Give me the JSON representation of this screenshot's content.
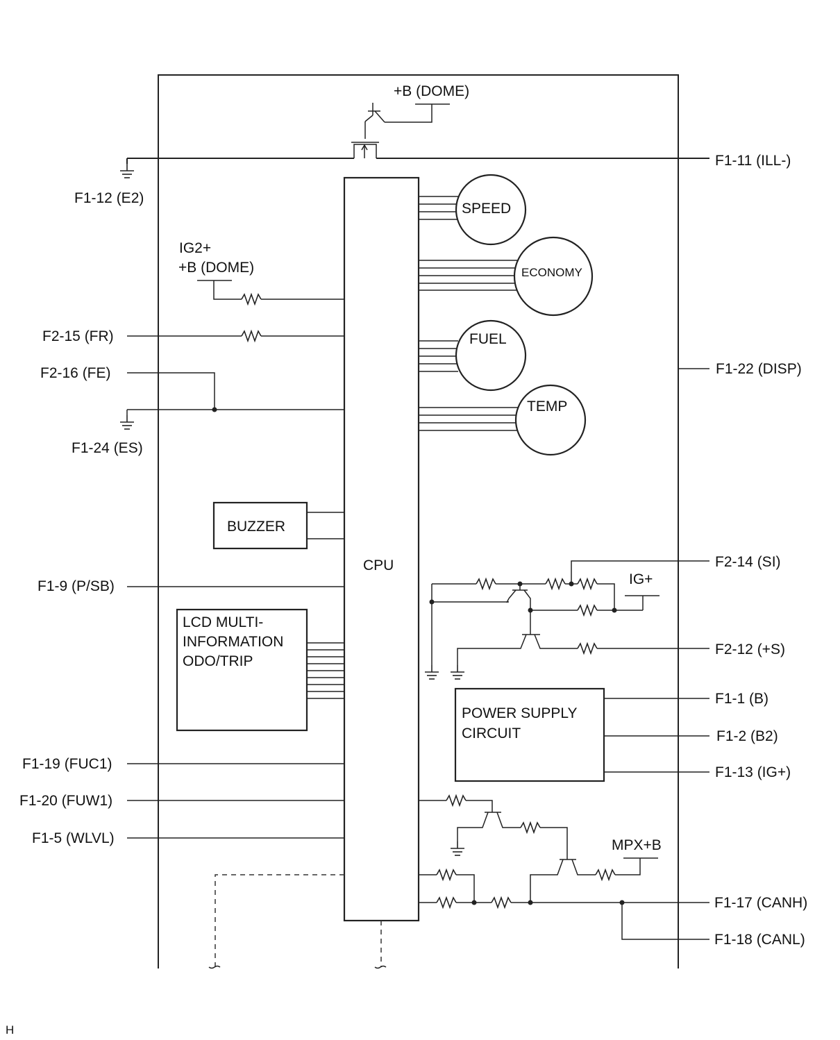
{
  "pins": {
    "f1_11": "F1-11 (ILL-)",
    "f1_12": "F1-12 (E2)",
    "f2_15": "F2-15 (FR)",
    "f2_16": "F2-16  (FE)",
    "f1_24": "F1-24 (ES)",
    "f1_22": "F1-22 (DISP)",
    "f1_9": "F1-9 (P/SB)",
    "f2_14": "F2-14 (SI)",
    "f2_12": "F2-12 (+S)",
    "f1_1": "F1-1 (B)",
    "f1_2": "F1-2 (B2)",
    "f1_13": "F1-13 (IG+)",
    "f1_19": "F1-19 (FUC1)",
    "f1_20": "F1-20 (FUW1)",
    "f1_5": "F1-5 (WLVL)",
    "f1_17": "F1-17 (CANH)",
    "f1_18": "F1-18 (CANL)"
  },
  "supplies": {
    "b_dome_top": "+B (DOME)",
    "ig2": "IG2+",
    "b_dome_left": "+B (DOME)",
    "ig_plus": "IG+",
    "mpx": "MPX+B"
  },
  "blocks": {
    "cpu": "CPU",
    "buzzer": "BUZZER",
    "lcd_lines": [
      "LCD MULTI-",
      "INFORMATION",
      "ODO/TRIP"
    ],
    "power_lines": [
      "POWER SUPPLY",
      "CIRCUIT"
    ]
  },
  "gauges": {
    "speed": "SPEED",
    "economy": "ECONOMY",
    "fuel": "FUEL",
    "temp": "TEMP"
  },
  "footer": "H"
}
